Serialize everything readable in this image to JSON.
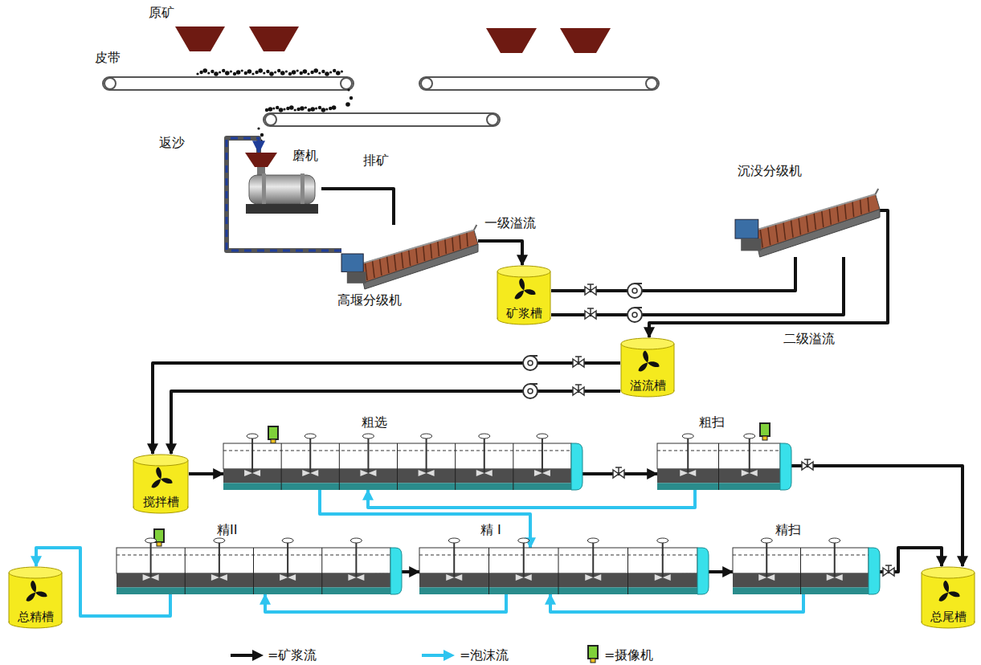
{
  "diagram": {
    "nodes": [
      {
        "text": [
          "磨机"
        ]
      },
      {
        "text": [
          "高堰分级机"
        ]
      },
      {
        "text": [
          "沉没分级机"
        ]
      },
      {
        "text": [
          "矿浆槽"
        ]
      },
      {
        "text": [
          "溢流槽"
        ]
      },
      {
        "text": [
          "搅拌槽"
        ]
      },
      {
        "text": [
          "粗选"
        ]
      },
      {
        "text": [
          "粗扫"
        ]
      },
      {
        "text": [
          "精II"
        ]
      },
      {
        "text": [
          "精 I"
        ]
      },
      {
        "text": [
          "精扫"
        ]
      },
      {
        "text": [
          "总精槽"
        ]
      },
      {
        "text": [
          "总尾槽"
        ]
      }
    ],
    "edges": [
      {
        "from": 0,
        "to": 1,
        "arrow": "none",
        "label": "排矿"
      },
      {
        "from": 1,
        "to": 0,
        "arrow": "to",
        "label": "返沙"
      },
      {
        "from": 1,
        "to": 3,
        "arrow": "to",
        "label": "一级溢流"
      },
      {
        "from": 3,
        "to": 2,
        "arrow": "none"
      },
      {
        "from": 3,
        "to": 2,
        "arrow": "none"
      },
      {
        "from": 2,
        "to": 4,
        "arrow": "to",
        "label": "二级溢流"
      },
      {
        "from": 4,
        "to": 5,
        "arrow": "to"
      },
      {
        "from": 4,
        "to": 5,
        "arrow": "to"
      },
      {
        "from": 5,
        "to": 6,
        "arrow": "to"
      },
      {
        "from": 6,
        "to": 7,
        "arrow": "to"
      },
      {
        "from": 7,
        "to": 12,
        "arrow": "to"
      },
      {
        "from": 7,
        "to": 6,
        "arrow": "to"
      },
      {
        "from": 6,
        "to": 9,
        "arrow": "to"
      },
      {
        "from": 8,
        "to": 9,
        "arrow": "to"
      },
      {
        "from": 9,
        "to": 8,
        "arrow": "to"
      },
      {
        "from": 9,
        "to": 10,
        "arrow": "to"
      },
      {
        "from": 10,
        "to": 9,
        "arrow": "to"
      },
      {
        "from": 10,
        "to": 12,
        "arrow": "to"
      },
      {
        "from": 8,
        "to": 11,
        "arrow": "to"
      }
    ],
    "labels": [
      "原矿",
      "皮带"
    ],
    "legend": [
      {
        "text": "=矿浆流"
      },
      {
        "text": "=泡沫流"
      },
      {
        "text": "=摄像机"
      }
    ]
  }
}
